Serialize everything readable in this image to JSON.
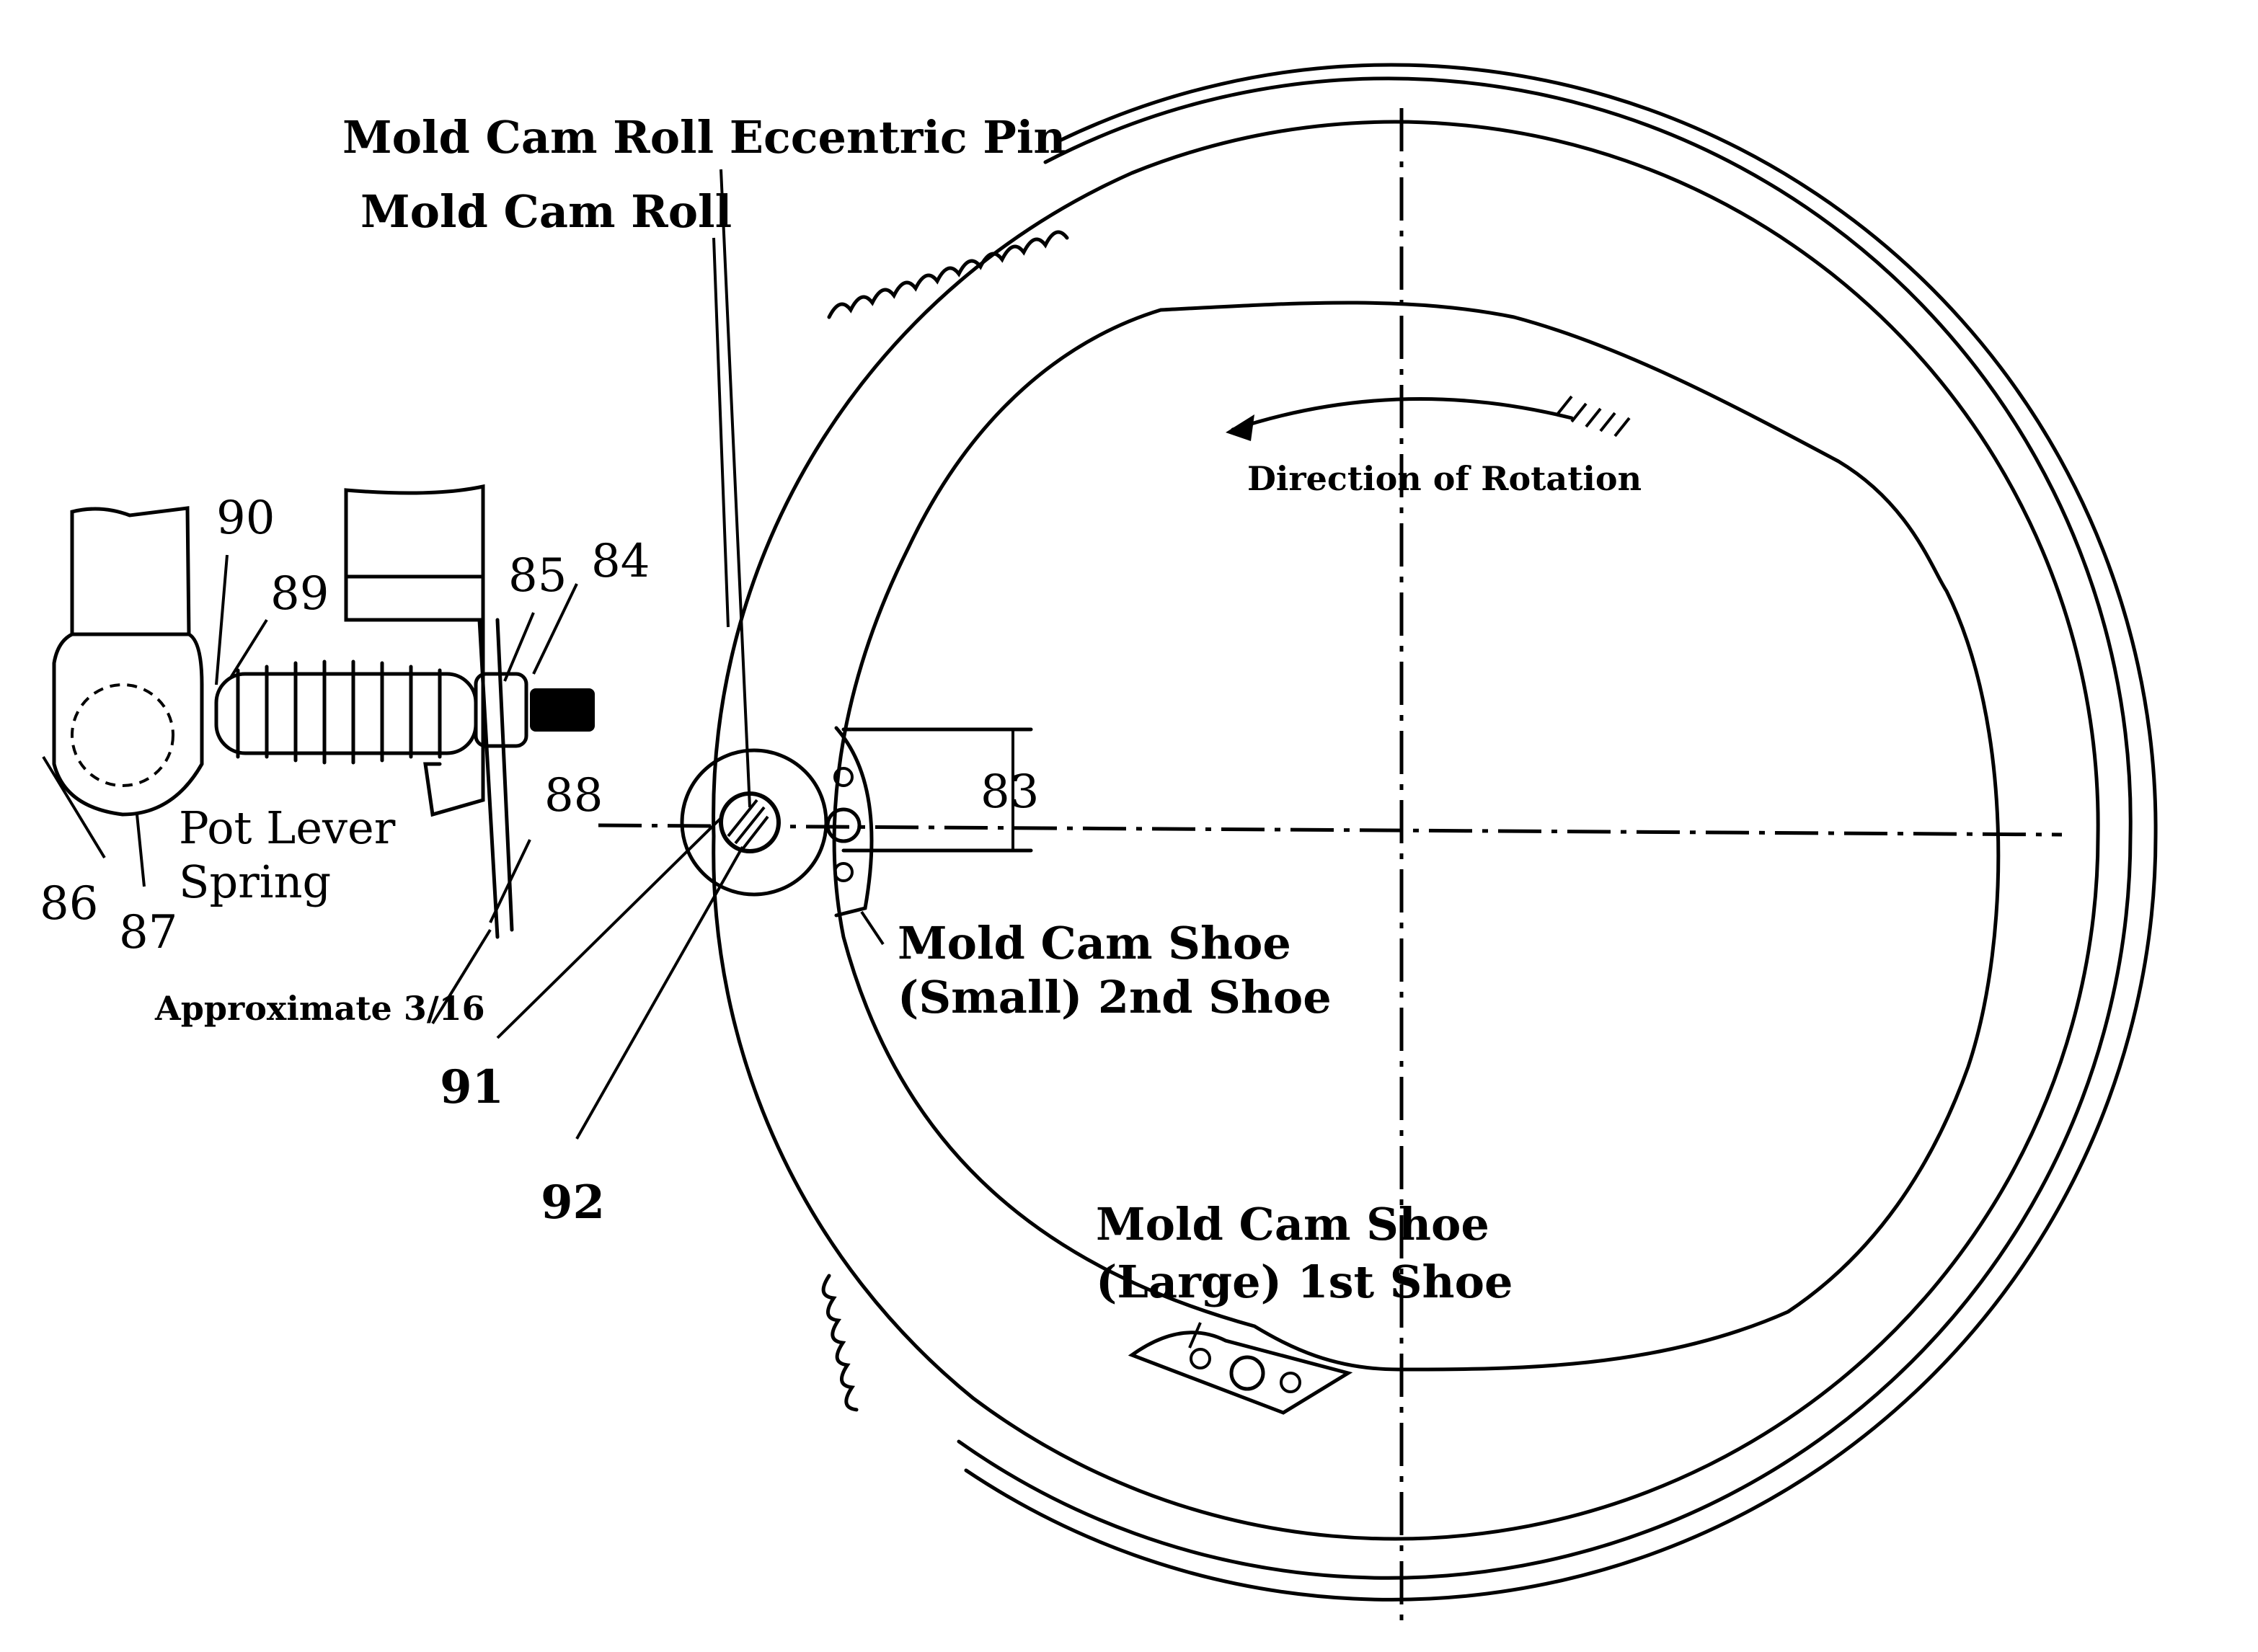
{
  "diagram": {
    "title_labels": {
      "eccentric_pin": "Mold Cam Roll Eccentric Pin",
      "cam_roll": "Mold Cam Roll",
      "rotation": "Direction of Rotation",
      "small_shoe_line1": "Mold Cam Shoe",
      "small_shoe_line2": "(Small) 2nd Shoe",
      "large_shoe_line1": "Mold Cam Shoe",
      "large_shoe_line2": "(Large) 1st Shoe",
      "spring_line1": "Pot Lever",
      "spring_line2": "Spring",
      "gap_note": "Approximate 3/16"
    },
    "callouts": [
      "83",
      "84",
      "85",
      "86",
      "87",
      "88",
      "89",
      "90",
      "91",
      "92"
    ],
    "colors": {
      "ink": "#000000",
      "paper": "#ffffff"
    }
  }
}
